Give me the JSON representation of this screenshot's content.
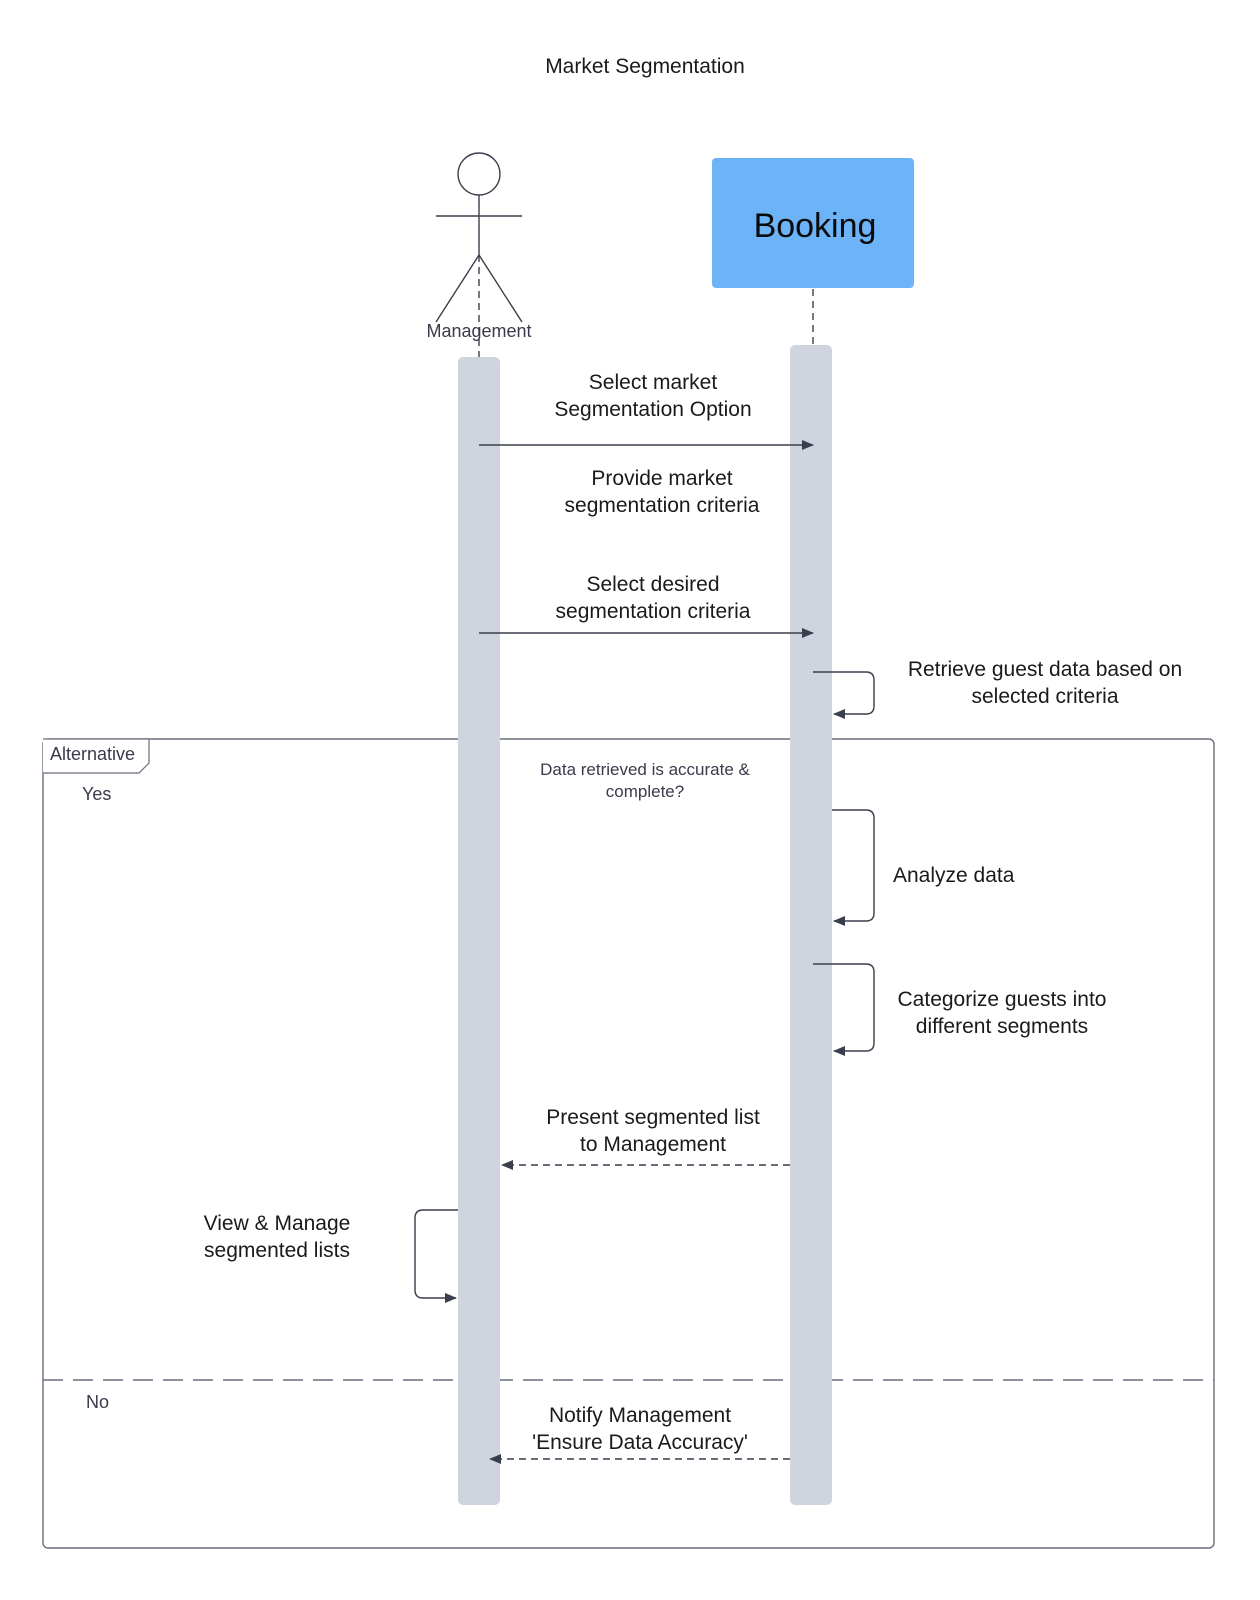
{
  "title": "Market Segmentation",
  "participants": {
    "actor": {
      "label": "Management",
      "icon": "stick-figure-icon"
    },
    "system": {
      "label": "Booking",
      "fill": "#6db3f8"
    }
  },
  "colors": {
    "activation": "#d0d4de",
    "line": "#3a3f4d",
    "box": "#6db3f8"
  },
  "messages": {
    "select_option": [
      "Select market",
      "Segmentation Option"
    ],
    "provide_criteria": [
      "Provide market",
      "segmentation criteria"
    ],
    "select_criteria": [
      "Select desired",
      "segmentation criteria"
    ],
    "retrieve_data": [
      "Retrieve guest data based on",
      "selected criteria"
    ],
    "analyze_data": [
      "Analyze data"
    ],
    "categorize": [
      "Categorize guests into",
      "different segments"
    ],
    "present_list": [
      "Present segmented list",
      "to Management"
    ],
    "view_manage": [
      "View & Manage",
      "segmented lists"
    ],
    "notify": [
      "Notify Management",
      "'Ensure Data Accuracy'"
    ]
  },
  "fragment": {
    "label": "Alternative",
    "condition": [
      "Data retrieved is accurate &",
      "complete?"
    ],
    "branch_yes": "Yes",
    "branch_no": "No"
  }
}
